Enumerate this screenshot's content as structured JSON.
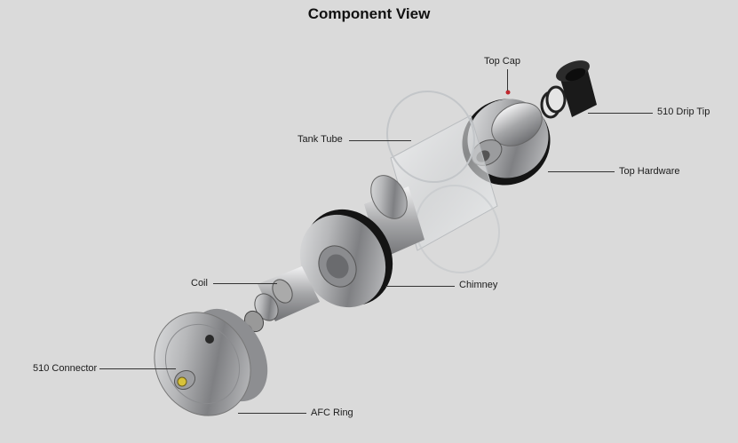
{
  "title": "Component View",
  "components": {
    "top_cap": "Top Cap",
    "drip_tip": "510 Drip Tip",
    "tank_tube": "Tank Tube",
    "top_hardware": "Top Hardware",
    "coil": "Coil",
    "chimney": "Chimney",
    "connector": "510 Connector",
    "afc_ring": "AFC Ring"
  },
  "colors": {
    "background": "#dadada",
    "metal": "#a9aaac",
    "seal": "#151515",
    "glass": "#e4e6e7",
    "contact": "#d8c23a"
  }
}
